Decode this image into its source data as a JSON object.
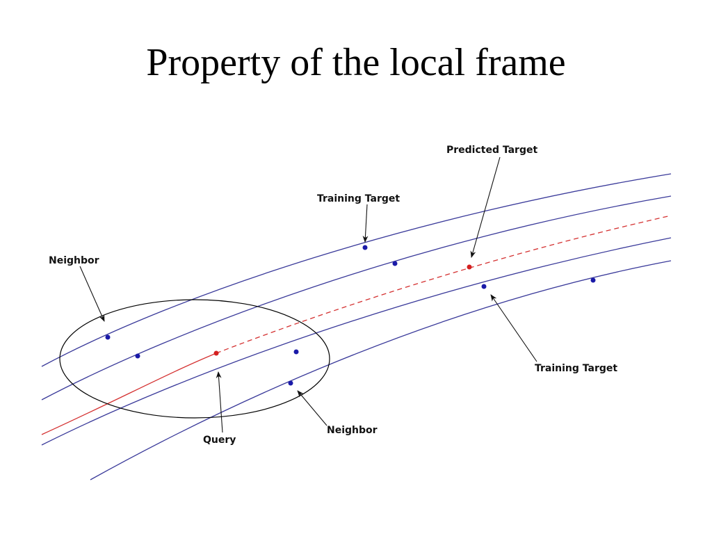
{
  "title": "Property of the local frame",
  "labels": {
    "predicted_target": "Predicted Target",
    "training_target_top": "Training Target",
    "training_target_right": "Training Target",
    "neighbor_left": "Neighbor",
    "neighbor_bottom": "Neighbor",
    "query": "Query"
  },
  "colors": {
    "curve": "#3a3a9a",
    "query_curve": "#d43030",
    "blue_point": "#1a1aa8",
    "red_point": "#d42020",
    "ellipse": "#000000",
    "arrow": "#111111"
  }
}
